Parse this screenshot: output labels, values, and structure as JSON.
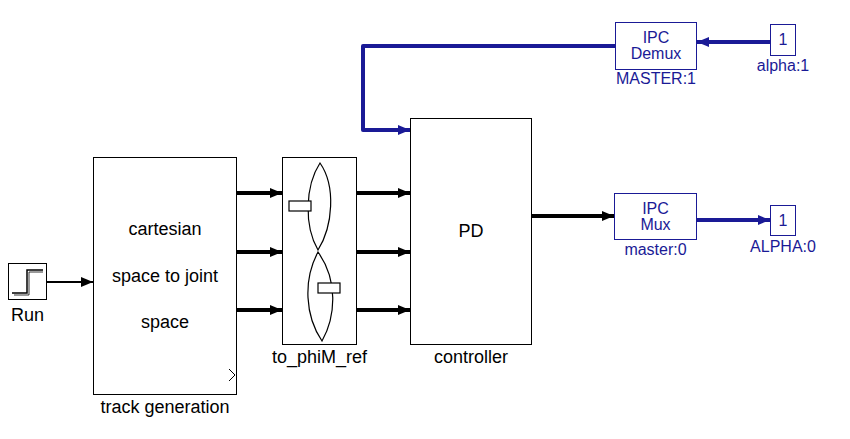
{
  "diagram": {
    "nodes": [
      {
        "text": [
          "Run"
        ]
      },
      {
        "text": [
          "cartesian space to joint space",
          "track generation"
        ]
      },
      {
        "text": [
          "to_phiM_ref"
        ]
      },
      {
        "text": [
          "PD",
          "controller"
        ]
      },
      {
        "text": [
          "IPC Demux",
          "MASTER:1"
        ]
      },
      {
        "text": [
          "1",
          "alpha:1"
        ]
      },
      {
        "text": [
          "IPC Mux",
          "master:0"
        ]
      },
      {
        "text": [
          "1",
          "ALPHA:0"
        ]
      }
    ],
    "edges": [
      {
        "from": 0,
        "to": 1,
        "arrow": "to"
      },
      {
        "from": 1,
        "to": 2,
        "arrow": "to"
      },
      {
        "from": 1,
        "to": 2,
        "arrow": "to"
      },
      {
        "from": 1,
        "to": 2,
        "arrow": "to"
      },
      {
        "from": 2,
        "to": 3,
        "arrow": "to"
      },
      {
        "from": 2,
        "to": 3,
        "arrow": "to"
      },
      {
        "from": 2,
        "to": 3,
        "arrow": "to"
      },
      {
        "from": 5,
        "to": 4,
        "arrow": "to"
      },
      {
        "from": 4,
        "to": 3,
        "arrow": "to"
      },
      {
        "from": 3,
        "to": 6,
        "arrow": "to"
      },
      {
        "from": 6,
        "to": 7,
        "arrow": "to"
      }
    ]
  }
}
